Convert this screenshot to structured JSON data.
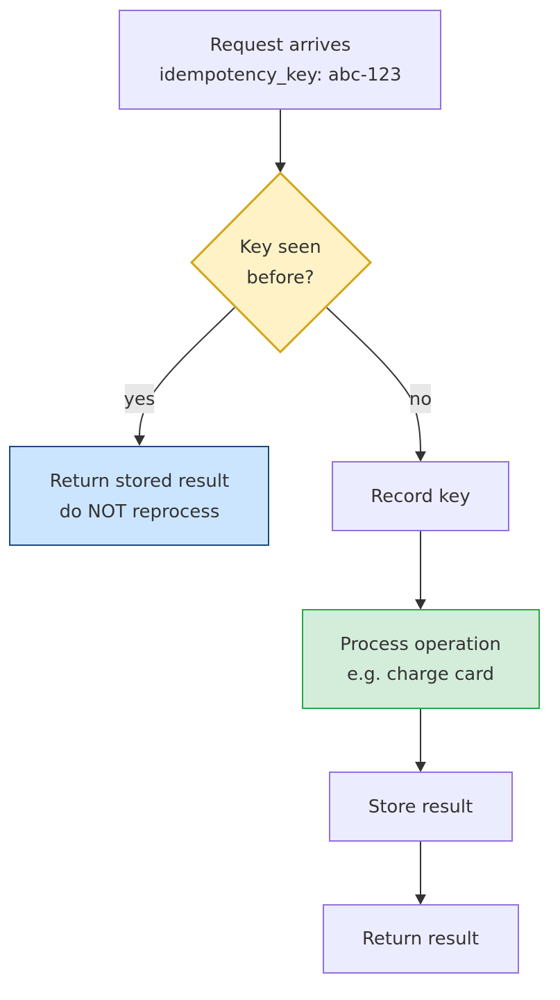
{
  "nodes": {
    "request": {
      "line1": "Request arrives",
      "line2": "idempotency_key: abc-123"
    },
    "decision": {
      "line1": "Key seen",
      "line2": "before?"
    },
    "return_stored": {
      "line1": "Return stored result",
      "line2": "do NOT reprocess"
    },
    "record_key": {
      "label": "Record key"
    },
    "process": {
      "line1": "Process operation",
      "line2": "e.g. charge card"
    },
    "store_result": {
      "label": "Store result"
    },
    "return_result": {
      "label": "Return result"
    }
  },
  "edges": {
    "yes_label": "yes",
    "no_label": "no"
  },
  "colors": {
    "default_fill": "#ECECFF",
    "default_stroke": "#9370DB",
    "decision_fill": "#FFF2C6",
    "decision_stroke": "#D4A514",
    "stored_fill": "#CCE5FF",
    "stored_stroke": "#1E4A7A",
    "process_fill": "#D4EDDA",
    "process_stroke": "#28A745",
    "label_bg": "#E8E8E8",
    "edge": "#333333"
  }
}
